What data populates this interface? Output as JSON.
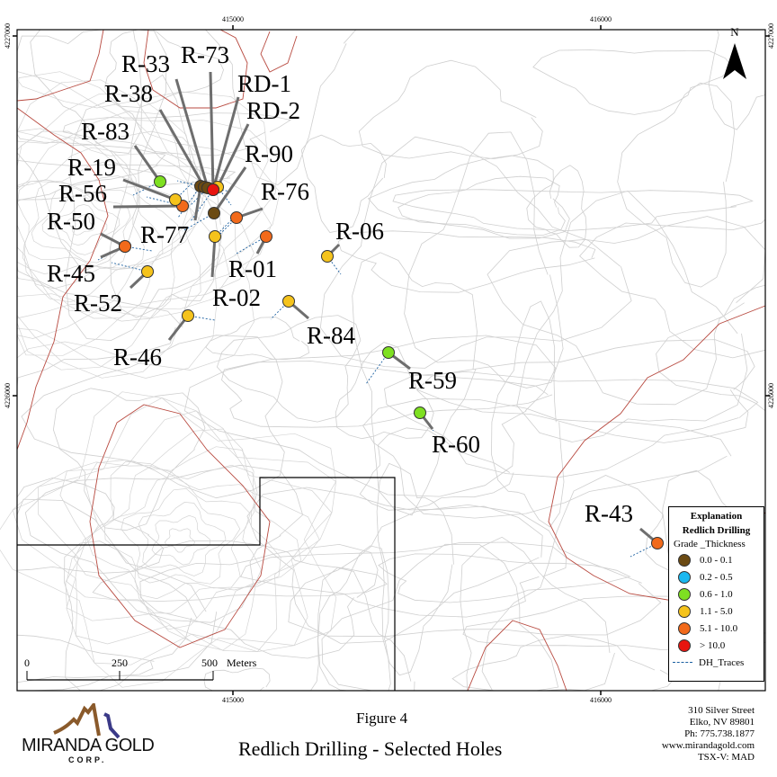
{
  "map": {
    "x_ticks": [
      "415000",
      "416000"
    ],
    "y_ticks": [
      "4227000",
      "4226000"
    ],
    "north_label": "N",
    "scale_bar": {
      "labels": [
        "0",
        "250",
        "500"
      ],
      "unit": "Meters"
    }
  },
  "holes": [
    {
      "id": "R-73",
      "grade_class": "> 10.0"
    },
    {
      "id": "R-33",
      "grade_class": "0.0 - 0.1"
    },
    {
      "id": "R-38",
      "grade_class": "0.0 - 0.1"
    },
    {
      "id": "RD-1",
      "grade_class": "> 10.0"
    },
    {
      "id": "RD-2",
      "grade_class": "1.1 - 5.0"
    },
    {
      "id": "R-83",
      "grade_class": "0.6 - 1.0"
    },
    {
      "id": "R-90",
      "grade_class": "0.0 - 0.1"
    },
    {
      "id": "R-19",
      "grade_class": "1.1 - 5.0"
    },
    {
      "id": "R-56",
      "grade_class": "5.1 - 10.0"
    },
    {
      "id": "R-76",
      "grade_class": "5.1 - 10.0"
    },
    {
      "id": "R-50",
      "grade_class": "5.1 - 10.0"
    },
    {
      "id": "R-77",
      "grade_class": "0.0 - 0.1"
    },
    {
      "id": "R-06",
      "grade_class": "1.1 - 5.0"
    },
    {
      "id": "R-45",
      "grade_class": "5.1 - 10.0"
    },
    {
      "id": "R-01",
      "grade_class": "5.1 - 10.0"
    },
    {
      "id": "R-02",
      "grade_class": "1.1 - 5.0"
    },
    {
      "id": "R-52",
      "grade_class": "1.1 - 5.0"
    },
    {
      "id": "R-84",
      "grade_class": "1.1 - 5.0"
    },
    {
      "id": "R-46",
      "grade_class": "1.1 - 5.0"
    },
    {
      "id": "R-59",
      "grade_class": "0.6 - 1.0"
    },
    {
      "id": "R-60",
      "grade_class": "0.6 - 1.0"
    },
    {
      "id": "R-43",
      "grade_class": "5.1 - 10.0"
    }
  ],
  "legend": {
    "title": "Explanation",
    "subtitle": "Redlich Drilling",
    "field": "Grade _Thickness",
    "classes": [
      {
        "label": "0.0 - 0.1",
        "color": "#6b4a12"
      },
      {
        "label": "0.2 - 0.5",
        "color": "#1ab8f0"
      },
      {
        "label": "0.6 - 1.0",
        "color": "#7ee021"
      },
      {
        "label": "1.1 - 5.0",
        "color": "#f5c31c"
      },
      {
        "label": "5.1 - 10.0",
        "color": "#f26a1b"
      },
      {
        "label": "> 10.0",
        "color": "#e8140f"
      }
    ],
    "traces_label": "DH_Traces"
  },
  "footer": {
    "figure": "Figure 4",
    "title": "Redlich Drilling - Selected Holes",
    "company": "MIRANDA GOLD",
    "company_sub": "CORP.",
    "address": [
      "310 Silver Street",
      "Elko, NV 89801",
      "Ph: 775.738.1877",
      "www.mirandagold.com",
      "TSX-V: MAD"
    ]
  }
}
